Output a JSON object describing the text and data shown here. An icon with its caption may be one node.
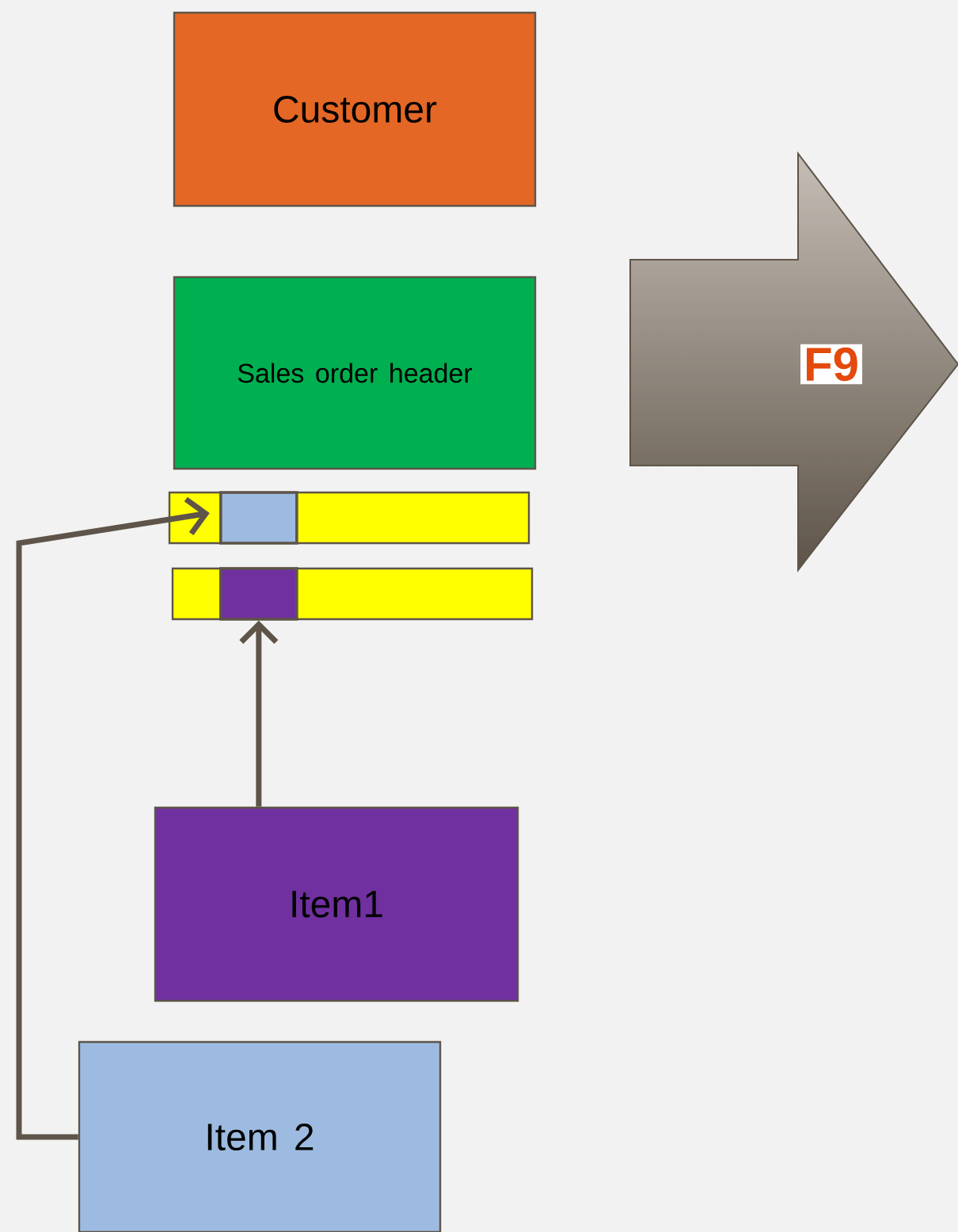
{
  "diagram": {
    "nodes": [
      {
        "text": [
          "Customer"
        ]
      },
      {
        "text": [
          "Sales order header"
        ]
      },
      {
        "text": [],
        "shape": "bar"
      },
      {
        "text": [],
        "shape": "box",
        "in": 2
      },
      {
        "text": [],
        "shape": "bar"
      },
      {
        "text": [],
        "shape": "box",
        "in": 4
      },
      {
        "text": [
          "Item1"
        ]
      },
      {
        "text": [
          "Item 2"
        ]
      },
      {
        "text": [
          "F9"
        ]
      }
    ],
    "edges": [
      {
        "from": 6,
        "to": 5,
        "arrow": "to"
      },
      {
        "from": 7,
        "to": 2,
        "arrow": "to"
      }
    ]
  }
}
